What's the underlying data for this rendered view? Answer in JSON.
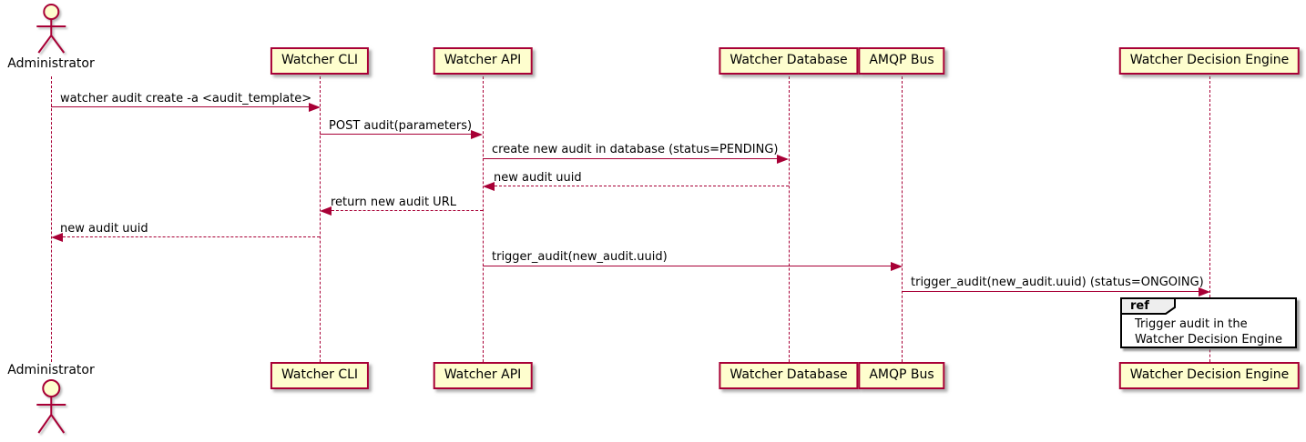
{
  "diagram": {
    "type": "sequence-diagram",
    "actor": {
      "name": "Administrator"
    },
    "participants": [
      {
        "name": "Watcher CLI"
      },
      {
        "name": "Watcher API"
      },
      {
        "name": "Watcher Database"
      },
      {
        "name": "AMQP Bus"
      },
      {
        "name": "Watcher Decision Engine"
      }
    ],
    "messages": [
      {
        "from": "Administrator",
        "to": "Watcher CLI",
        "label": "watcher audit create -a <audit_template>",
        "style": "solid"
      },
      {
        "from": "Watcher CLI",
        "to": "Watcher API",
        "label": "POST audit(parameters)",
        "style": "solid"
      },
      {
        "from": "Watcher API",
        "to": "Watcher Database",
        "label": "create new audit in database (status=PENDING)",
        "style": "solid"
      },
      {
        "from": "Watcher Database",
        "to": "Watcher API",
        "label": "new audit uuid",
        "style": "dashed"
      },
      {
        "from": "Watcher API",
        "to": "Watcher CLI",
        "label": "return new audit URL",
        "style": "dashed"
      },
      {
        "from": "Watcher CLI",
        "to": "Administrator",
        "label": "new audit uuid",
        "style": "dashed"
      },
      {
        "from": "Watcher API",
        "to": "AMQP Bus",
        "label": "trigger_audit(new_audit.uuid)",
        "style": "solid"
      },
      {
        "from": "AMQP Bus",
        "to": "Watcher Decision Engine",
        "label": "trigger_audit(new_audit.uuid) (status=ONGOING)",
        "style": "solid"
      }
    ],
    "ref": {
      "tag": "ref",
      "line1": "Trigger audit in the",
      "line2": "Watcher Decision Engine"
    },
    "colors": {
      "participant_fill": "#FEFECE",
      "participant_border": "#A80036",
      "arrow": "#A80036",
      "text": "#000000",
      "ref_tag_fill": "#EEEEEE",
      "ref_fill": "#FFFFFF",
      "ref_border": "#000000"
    }
  }
}
